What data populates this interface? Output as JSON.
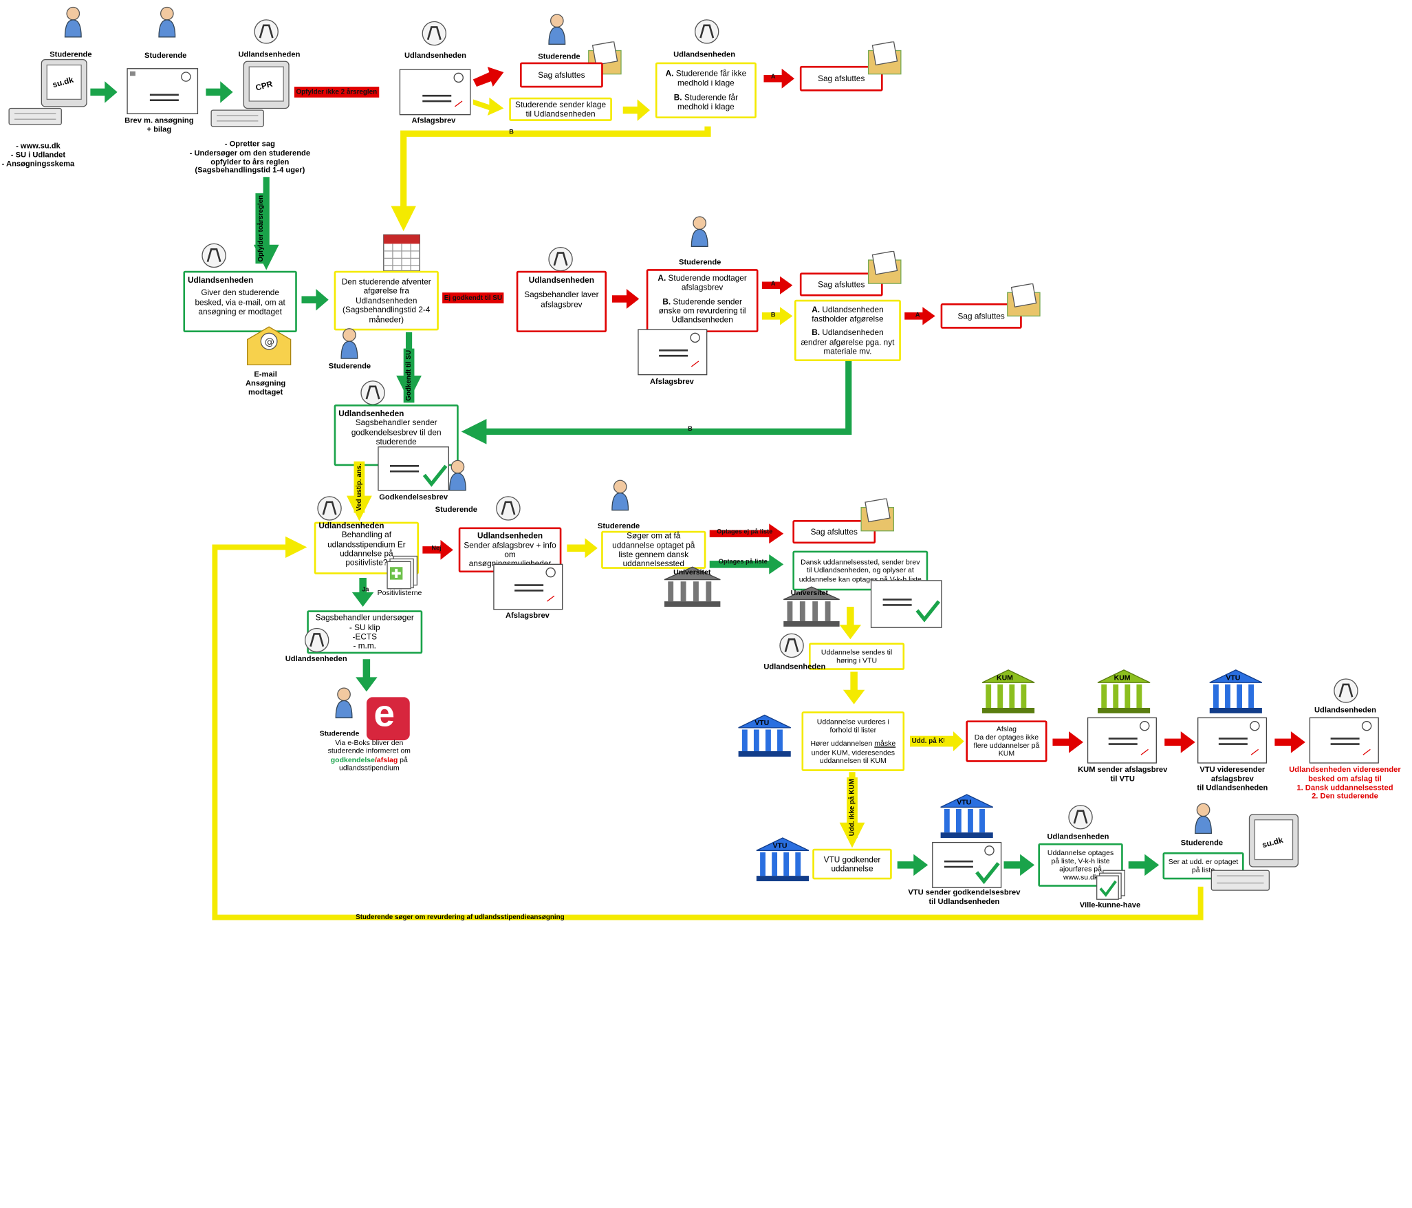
{
  "row1": {
    "l_studerende1": "Studerende",
    "computer_label": "su.dk",
    "computer_caption": "- www.su.dk\n- SU i Udlandet\n- Ansøgningsskema",
    "l_studerende2": "Studerende",
    "letter_caption": "Brev m. ansøgning\n+ bilag",
    "l_udland1": "Udlandsenheden",
    "cpr_label": "CPR",
    "udland_caption": "- Opretter sag\n- Undersøger om den studerende\nopfylder to års reglen\n(Sagsbehandlingstid 1-4 uger)",
    "arrow_opfylder_ikke": "Opfylder ikke 2 årsreglen",
    "l_udland2": "Udlandsenheden",
    "afslag_caption": "Afslagsbrev",
    "l_studerende3": "Studerende",
    "sag_afsluttes1": "Sag afsluttes",
    "klage_box": "Studerende sender klage til Udlandsenheden",
    "l_udland3": "Udlandsenheden",
    "medhold_a": "Studerende får ikke medhold i klage",
    "medhold_b": "Studerende får medhold i klage",
    "a_mark": "A",
    "sag_afsluttes2": "Sag afsluttes",
    "b_mark": "B",
    "a_letter": "A.",
    "b_letter": "B."
  },
  "row2": {
    "arrow_opfylder": "Opfylder toårsreglen",
    "udland_title": "Udlandsenheden",
    "udland_text": "Giver den studerende besked, via e-mail, om at ansøgning er modtaget",
    "email_caption": "E-mail\nAnsøgning\nmodtaget",
    "afventer_text": "Den studerende afventer afgørelse fra Udlandsenheden (Sagsbehandlingstid 2-4 måneder)",
    "studerende_label": "Studerende",
    "arrow_ej": "Ej godkendt til SU",
    "sagsbeh_title": "Udlandsenheden",
    "sagsbeh_text": "Sagsbehandler laver afslagsbrev",
    "l_studerende": "Studerende",
    "modtager_a": "Studerende modtager afslagsbrev",
    "modtager_b": "Studerende sender ønske om revurdering til Udlandsenheden",
    "afslag_caption": "Afslagsbrev",
    "a_mark": "A",
    "b_mark": "B",
    "sag_afsluttes1": "Sag afsluttes",
    "fast_a": "Udlandsenheden fastholder afgørelse",
    "fast_b": "Udlandsenheden ændrer afgørelse pga. nyt materiale mv.",
    "a_mark2": "A",
    "sag_afsluttes2": "Sag afsluttes",
    "arrow_godkendt": "Godkendt til SU",
    "godk_title": "Udlandsenheden",
    "godk_text": "Sagsbehandler sender godkendelsesbrev til den studerende",
    "b_mark_bottom": "B",
    "godk_caption": "Godkendelsesbrev",
    "a_letter": "A.",
    "b_letter": "B."
  },
  "row3": {
    "arrow_ved": "Ved ustip. ans.",
    "studerende_top": "Studerende",
    "beh_title": "Udlandsenheden",
    "beh_text": "Behandling af udlandsstipendium Er uddannelse på positivliste?",
    "positiv_caption": "Positivlisterne",
    "nej": "Nej",
    "ja": "Ja",
    "sender_title": "Udlandsenheden",
    "sender_text": "Sender afslagsbrev + info om ansøgningsmuligheder",
    "afslag_caption": "Afslagsbrev",
    "l_studerende": "Studerende",
    "soger_text": "Søger om at få uddannelse optaget på liste gennem dansk uddannelsessted",
    "univ_label": "Universitet",
    "optages_ej": "Optages ej på liste",
    "optages": "Optages på liste",
    "sag_afsluttes": "Sag afsluttes",
    "dansk_text": "Dansk uddannelsessted, sender brev til Udlandsenheden, og oplyser at uddannelse kan optages på V-k-h liste",
    "univ_label2": "Universitet",
    "unders_text": "Sagsbehandler undersøger\n- SU klip\n-ECTS\n- m.m.",
    "unders_caption": "Udlandsenheden",
    "eboks_title": "Studerende",
    "eboks_text1": "Via e-Boks bliver den studerende informeret om",
    "eboks_green": "godkendelse",
    "eboks_slash": "/",
    "eboks_red": "afslag",
    "eboks_text2": "på udlandsstipendium",
    "eboks_letter": "e",
    "hoering_text": "Uddannelse sendes til høring i VTU",
    "hoering_caption": "Udlandsenheden"
  },
  "row4": {
    "vtu1": "VTU",
    "vurd_text1": "Uddannelse vurderes i forhold til lister",
    "vurd_text2a": "Hører uddannelsen ",
    "vurd_text2b": "måske",
    "vurd_text2c": " under KUM, videresendes uddannelsen til KUM",
    "udd_kum": "Udd. på KUM",
    "kum1": "KUM",
    "afslag_text": "Afslag\nDa der optages ikke flere uddannelser på KUM",
    "kum2": "KUM",
    "kum_caption": "KUM sender afslagsbrev\ntil VTU",
    "vtu2": "VTU",
    "vtu_caption": "VTU videresender\nafslagsbrev\ntil Udlandsenheden",
    "udland_title": "Udlandsenheden",
    "udland_red": "Udlandsenheden videresender\nbesked om afslag til\n1. Dansk uddannelsessted\n2. Den studerende",
    "udd_ikke_kum": "Udd. ikke på KUM",
    "vtu3": "VTU",
    "vtu_godk": "VTU godkender uddannelse",
    "vtu4": "VTU",
    "vtu_godk_caption": "VTU sender godkendelsesbrev\ntil Udlandsenheden",
    "udland2": "Udlandsenheden",
    "optages_text": "Uddannelse optages på liste, V-k-h liste ajourføres på www.su.dk",
    "villekunne": "Ville-kunne-have",
    "studerende": "Studerende",
    "ser_text": "Ser at udd. er optaget på liste",
    "computer_label": "su.dk",
    "bottom_line": "Studerende søger om revurdering af udlandsstipendieansøgning"
  },
  "colors": {
    "red": "#e00000",
    "yellow": "#f4ea00",
    "green": "#1aa34a",
    "blue": "#2a6fe0",
    "kum_green": "#8cbf1f"
  }
}
